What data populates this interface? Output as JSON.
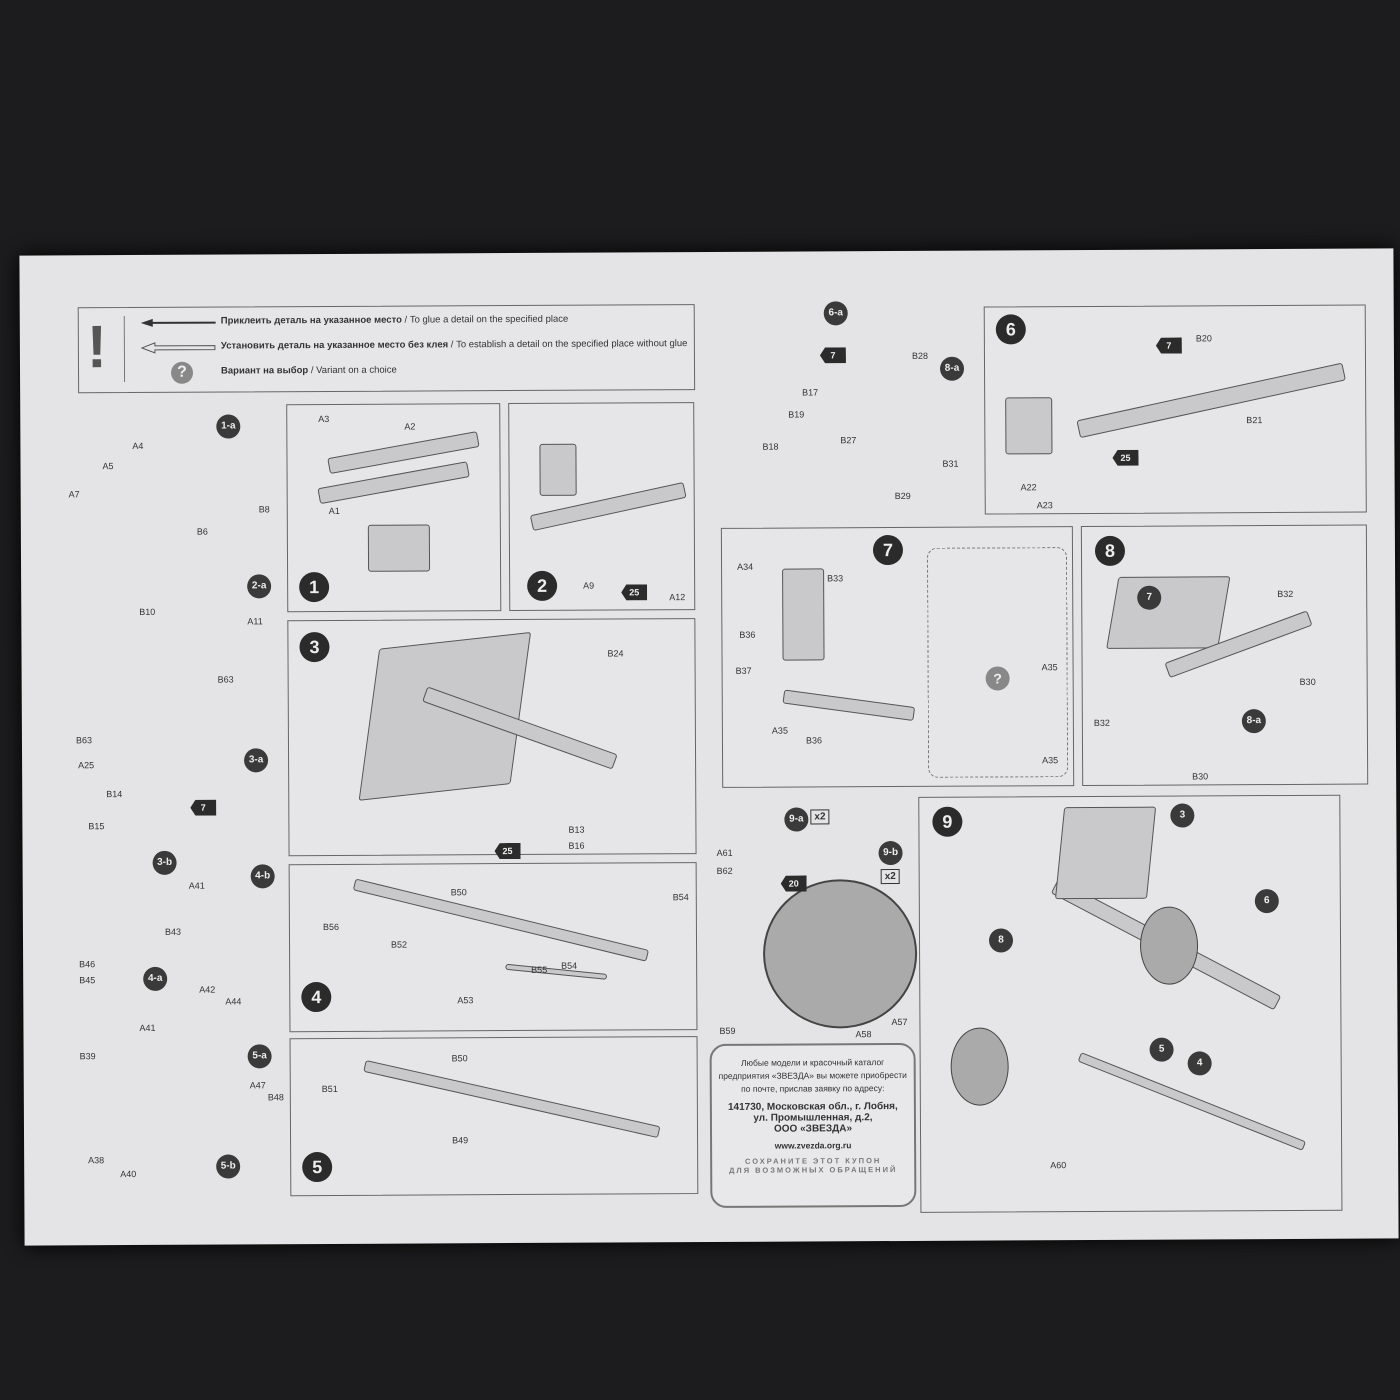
{
  "legend": {
    "glue_ru": "Приклеить деталь на указанное место",
    "glue_en": " / To glue a detail on the specified place",
    "noglue_ru": "Установить деталь на указанное место без клея",
    "noglue_en": " / To establish a detail on the specified place without glue",
    "variant_ru": "Вариант на выбор",
    "variant_en": " / Variant on a choice",
    "question": "?",
    "exclamation": "!"
  },
  "steps": [
    "1",
    "2",
    "3",
    "4",
    "5",
    "6",
    "7",
    "8",
    "9"
  ],
  "substeps": [
    "1-a",
    "2-a",
    "3-a",
    "3-b",
    "4-a",
    "4-b",
    "5-a",
    "5-b",
    "6-a",
    "8-a",
    "9-a",
    "9-b"
  ],
  "paints": [
    "7",
    "25",
    "25",
    "7",
    "25",
    "20",
    "7"
  ],
  "x2": "x2",
  "labels": {
    "s1a": [
      "A4",
      "A5",
      "A7",
      "B6",
      "B8"
    ],
    "s2a": [
      "B10",
      "A11"
    ],
    "s3a": [
      "B63",
      "B63",
      "A25"
    ],
    "s3b": [
      "B14",
      "B15"
    ],
    "s4": [
      "A41",
      "B43",
      "B46",
      "B45",
      "A42",
      "A44"
    ],
    "s5": [
      "A41",
      "B39",
      "A47",
      "B48",
      "A38",
      "A40"
    ],
    "st1": [
      "A3",
      "A2",
      "A1"
    ],
    "st2": [
      "A9",
      "A12"
    ],
    "st3": [
      "B24",
      "B13",
      "B16"
    ],
    "st4": [
      "B50",
      "B54",
      "B56",
      "B52",
      "A53",
      "B55",
      "B54"
    ],
    "st5": [
      "B50",
      "B51",
      "B49"
    ],
    "s6a": [
      "B17",
      "B19",
      "B18"
    ],
    "s8a": [
      "B28",
      "B27",
      "B31",
      "B29"
    ],
    "st6": [
      "B20",
      "B21",
      "A22",
      "A23"
    ],
    "st7": [
      "A34",
      "B33",
      "B36",
      "B37",
      "A35",
      "B36",
      "A35",
      "A35"
    ],
    "st8": [
      "B32",
      "B30",
      "B32",
      "B30"
    ],
    "s9": [
      "A61",
      "B62",
      "B59",
      "A58",
      "A57"
    ],
    "st9": [
      "3",
      "6",
      "8",
      "5",
      "4",
      "A60"
    ]
  },
  "coupon": {
    "line1": "Любые модели и красочный каталог",
    "line2": "предприятия «ЗВЕЗДА» вы можете приобрести",
    "line3": "по почте, прислав заявку по адресу:",
    "addr1": "141730, Московская обл., г. Лобня,",
    "addr2": "ул. Промышленная, д.2,",
    "addr3": "ООО «ЗВЕЗДА»",
    "url": "www.zvezda.org.ru",
    "save1": "СОХРАНИТЕ ЭТОТ КУПОН",
    "save2": "ДЛЯ ВОЗМОЖНЫХ ОБРАЩЕНИЙ"
  }
}
